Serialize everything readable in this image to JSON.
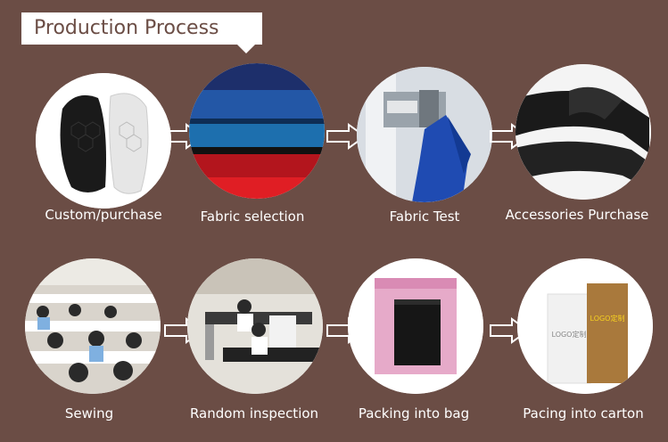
{
  "title": "Production Process",
  "steps": [
    {
      "label": "Custom/purchase",
      "icon": "knee-pads-image"
    },
    {
      "label": "Fabric selection",
      "icon": "fabric-rolls-image"
    },
    {
      "label": "Fabric Test",
      "icon": "fabric-test-machine-image"
    },
    {
      "label": "Accessories Purchase",
      "icon": "velcro-strap-image"
    },
    {
      "label": "Sewing",
      "icon": "sewing-workshop-image"
    },
    {
      "label": "Random inspection",
      "icon": "inspection-room-image"
    },
    {
      "label": "Packing into bag",
      "icon": "pink-bag-image"
    },
    {
      "label": "Pacing into carton",
      "icon": "logo-cartons-image"
    }
  ],
  "carton_labels": {
    "white": "LOGO定制",
    "brown": "LOGO定制"
  },
  "colors": {
    "background": "#6b4d45",
    "arrow": "#ffffff"
  }
}
